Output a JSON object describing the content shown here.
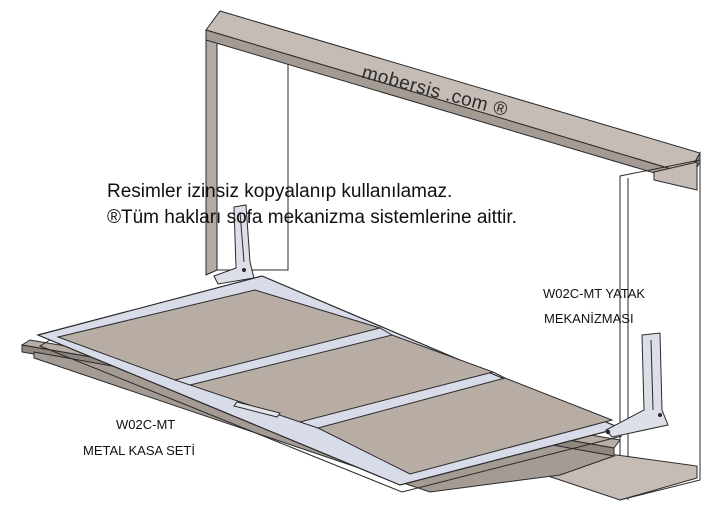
{
  "watermark": "mobersis .com ®",
  "notice": {
    "line1": "Resimler izinsiz kopyalanıp kullanılamaz.",
    "line2": "®Tüm hakları sofa mekanizma sistemlerine aittir."
  },
  "labels": {
    "mechanism_line1": "W02C-MT  YATAK",
    "mechanism_line2": "MEKANİZMASI",
    "frame_line1": "W02C-MT",
    "frame_line2": "METAL KASA SETİ"
  },
  "colors": {
    "panel": "#c5bcb5",
    "panel_dark": "#a39b94",
    "frame_metal": "#d7dce8",
    "outline": "#2a2a2a"
  }
}
